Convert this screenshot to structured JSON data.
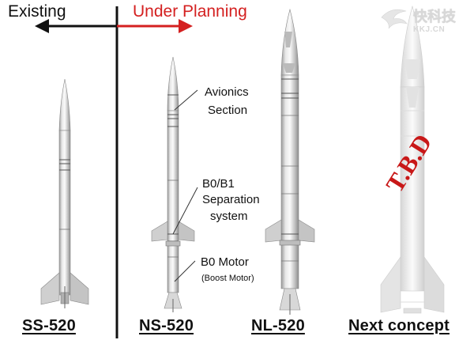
{
  "header": {
    "existing": "Existing",
    "under_planning": "Under Planning"
  },
  "colors": {
    "existing_arrow": "#111111",
    "planning_arrow": "#d42020",
    "tbd_text": "#c81818"
  },
  "rockets": [
    {
      "name": "SS-520"
    },
    {
      "name": "NS-520"
    },
    {
      "name": "NL-520"
    },
    {
      "name": "Next concept"
    }
  ],
  "annotations": {
    "avionics": {
      "line1": "Avionics",
      "line2": "Section"
    },
    "separation": {
      "line1": "B0/B1",
      "line2": "Separation",
      "line3": "system"
    },
    "motor": {
      "line1": "B0 Motor",
      "line2": "(Boost Motor)"
    }
  },
  "tbd_label": "T.B.D",
  "watermark": {
    "text": "快科技",
    "sub": "KKJ.CN"
  }
}
